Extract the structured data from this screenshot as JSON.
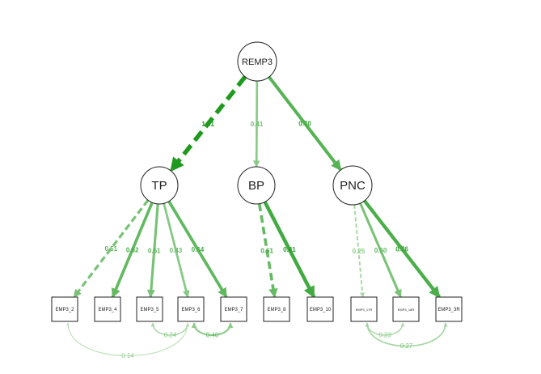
{
  "diagram": {
    "latents": [
      {
        "id": "REMP3",
        "label": "REMP3"
      },
      {
        "id": "TP",
        "label": "TP"
      },
      {
        "id": "BP",
        "label": "BP"
      },
      {
        "id": "PNC",
        "label": "PNC"
      }
    ],
    "observed": [
      {
        "id": "EMP3_2",
        "label": "EMP3_2"
      },
      {
        "id": "EMP3_4",
        "label": "EMP3_4"
      },
      {
        "id": "EMP3_5",
        "label": "EMP3_5"
      },
      {
        "id": "EMP3_6",
        "label": "EMP3_6"
      },
      {
        "id": "EMP3_7",
        "label": "EMP3_7"
      },
      {
        "id": "EMP3_8",
        "label": "EMP3_8"
      },
      {
        "id": "EMP3_10",
        "label": "EMP3_10"
      },
      {
        "id": "EMP3_17R",
        "label": "EMP3_17R"
      },
      {
        "id": "EMP3_18R",
        "label": "EMP3_18R"
      },
      {
        "id": "EMP3_3R",
        "label": "EMP3_3R"
      }
    ],
    "paths": [
      {
        "from": "REMP3",
        "to": "TP",
        "label": "1.01",
        "value": 1.01,
        "dashed": true
      },
      {
        "from": "REMP3",
        "to": "BP",
        "label": "0.41",
        "value": 0.41,
        "dashed": false
      },
      {
        "from": "REMP3",
        "to": "PNC",
        "label": "0.70",
        "value": 0.7,
        "dashed": false
      },
      {
        "from": "TP",
        "to": "EMP3_2",
        "label": "0.51",
        "value": 0.51,
        "dashed": true
      },
      {
        "from": "TP",
        "to": "EMP3_4",
        "label": "0.62",
        "value": 0.62,
        "dashed": false
      },
      {
        "from": "TP",
        "to": "EMP3_5",
        "label": "0.51",
        "value": 0.51,
        "dashed": false
      },
      {
        "from": "TP",
        "to": "EMP3_6",
        "label": "0.43",
        "value": 0.43,
        "dashed": false
      },
      {
        "from": "TP",
        "to": "EMP3_7",
        "label": "0.64",
        "value": 0.64,
        "dashed": false
      },
      {
        "from": "BP",
        "to": "EMP3_8",
        "label": "0.61",
        "value": 0.61,
        "dashed": true
      },
      {
        "from": "BP",
        "to": "EMP3_10",
        "label": "0.81",
        "value": 0.81,
        "dashed": false
      },
      {
        "from": "PNC",
        "to": "EMP3_17R",
        "label": "0.25",
        "value": 0.25,
        "dashed": true
      },
      {
        "from": "PNC",
        "to": "EMP3_18R",
        "label": "0.50",
        "value": 0.5,
        "dashed": false
      },
      {
        "from": "PNC",
        "to": "EMP3_3R",
        "label": "0.76",
        "value": 0.76,
        "dashed": false
      }
    ],
    "covariances": [
      {
        "a": "EMP3_5",
        "b": "EMP3_6",
        "label": "0.24",
        "value": 0.24
      },
      {
        "a": "EMP3_6",
        "b": "EMP3_7",
        "label": "0.40",
        "value": 0.4
      },
      {
        "a": "EMP3_2",
        "b": "EMP3_6",
        "label": "0.14",
        "value": 0.14
      },
      {
        "a": "EMP3_17R",
        "b": "EMP3_18R",
        "label": "0.23",
        "value": 0.23
      },
      {
        "a": "EMP3_17R",
        "b": "EMP3_3R",
        "label": "0.27",
        "value": 0.27
      }
    ]
  },
  "colors": {
    "strong": "#1f9a1f",
    "weak": "#d4ecd0",
    "node_stroke": "#222222",
    "node_fill": "#ffffff"
  }
}
